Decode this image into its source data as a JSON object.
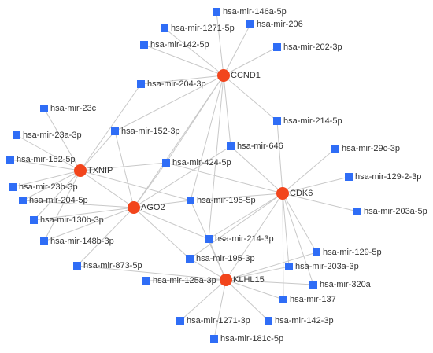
{
  "colors": {
    "mirna_node": "#2f6df6",
    "gene_node": "#f2451c",
    "edge": "#c8c8c8",
    "label": "#333333",
    "background": "#ffffff"
  },
  "network": {
    "genes": [
      {
        "id": "CCND1",
        "label": "CCND1"
      },
      {
        "id": "TXNIP",
        "label": "TXNIP"
      },
      {
        "id": "AGO2",
        "label": "AGO2"
      },
      {
        "id": "CDK6",
        "label": "CDK6"
      },
      {
        "id": "KLHL15",
        "label": "KLHL15"
      }
    ],
    "mirnas": [
      {
        "id": "m146a",
        "label": "hsa-mir-146a-5p"
      },
      {
        "id": "m1271",
        "label": "hsa-mir-1271-5p"
      },
      {
        "id": "m206",
        "label": "hsa-mir-206"
      },
      {
        "id": "m142_5p",
        "label": "hsa-mir-142-5p"
      },
      {
        "id": "m202",
        "label": "hsa-mir-202-3p"
      },
      {
        "id": "m204_3p",
        "label": "hsa-mir-204-3p"
      },
      {
        "id": "m23c",
        "label": "hsa-mir-23c"
      },
      {
        "id": "m214_5p",
        "label": "hsa-mir-214-5p"
      },
      {
        "id": "m152_3p",
        "label": "hsa-mir-152-3p"
      },
      {
        "id": "m23a",
        "label": "hsa-mir-23a-3p"
      },
      {
        "id": "m646",
        "label": "hsa-mir-646"
      },
      {
        "id": "m29c",
        "label": "hsa-mir-29c-3p"
      },
      {
        "id": "m152_5p",
        "label": "hsa-mir-152-5p"
      },
      {
        "id": "m424",
        "label": "hsa-mir-424-5p"
      },
      {
        "id": "m129_2",
        "label": "hsa-mir-129-2-3p"
      },
      {
        "id": "m23b",
        "label": "hsa-mir-23b-3p"
      },
      {
        "id": "m204_5p",
        "label": "hsa-mir-204-5p"
      },
      {
        "id": "m195_5p",
        "label": "hsa-mir-195-5p"
      },
      {
        "id": "m203a_5p",
        "label": "hsa-mir-203a-5p"
      },
      {
        "id": "m130b",
        "label": "hsa-mir-130b-3p"
      },
      {
        "id": "m148b",
        "label": "hsa-mir-148b-3p"
      },
      {
        "id": "m214_3p",
        "label": "hsa-mir-214-3p"
      },
      {
        "id": "m873",
        "label": "hsa-mir-873-5p"
      },
      {
        "id": "m129_5p",
        "label": "hsa-mir-129-5p"
      },
      {
        "id": "m195_3p",
        "label": "hsa-mir-195-3p"
      },
      {
        "id": "m203a_3p",
        "label": "hsa-mir-203a-3p"
      },
      {
        "id": "m125a",
        "label": "hsa-mir-125a-3p"
      },
      {
        "id": "m320a",
        "label": "hsa-mir-320a"
      },
      {
        "id": "m137",
        "label": "hsa-mir-137"
      },
      {
        "id": "m1271_3p",
        "label": "hsa-mir-1271-3p"
      },
      {
        "id": "m142_3p",
        "label": "hsa-mir-142-3p"
      },
      {
        "id": "m181c",
        "label": "hsa-mir-181c-5p"
      }
    ],
    "edges": [
      [
        "m146a",
        "CCND1"
      ],
      [
        "m1271",
        "CCND1"
      ],
      [
        "m206",
        "CCND1"
      ],
      [
        "m142_5p",
        "CCND1"
      ],
      [
        "m202",
        "CCND1"
      ],
      [
        "m204_3p",
        "CCND1"
      ],
      [
        "m214_5p",
        "CCND1"
      ],
      [
        "m152_3p",
        "CCND1"
      ],
      [
        "m646",
        "CCND1"
      ],
      [
        "m424",
        "CCND1"
      ],
      [
        "m195_5p",
        "CCND1"
      ],
      [
        "m214_3p",
        "CCND1"
      ],
      [
        "AGO2",
        "CCND1"
      ],
      [
        "m23c",
        "TXNIP"
      ],
      [
        "m23a",
        "TXNIP"
      ],
      [
        "m152_5p",
        "TXNIP"
      ],
      [
        "m23b",
        "TXNIP"
      ],
      [
        "m204_5p",
        "TXNIP"
      ],
      [
        "m130b",
        "TXNIP"
      ],
      [
        "m148b",
        "TXNIP"
      ],
      [
        "m152_3p",
        "TXNIP"
      ],
      [
        "m424",
        "TXNIP"
      ],
      [
        "m195_5p",
        "TXNIP"
      ],
      [
        "m204_3p",
        "TXNIP"
      ],
      [
        "AGO2",
        "TXNIP"
      ],
      [
        "m204_5p",
        "AGO2"
      ],
      [
        "m130b",
        "AGO2"
      ],
      [
        "m148b",
        "AGO2"
      ],
      [
        "m873",
        "AGO2"
      ],
      [
        "m424",
        "AGO2"
      ],
      [
        "m195_5p",
        "AGO2"
      ],
      [
        "m152_3p",
        "AGO2"
      ],
      [
        "m214_3p",
        "AGO2"
      ],
      [
        "m195_3p",
        "AGO2"
      ],
      [
        "m646",
        "AGO2"
      ],
      [
        "m214_5p",
        "CDK6"
      ],
      [
        "m646",
        "CDK6"
      ],
      [
        "m29c",
        "CDK6"
      ],
      [
        "m129_2",
        "CDK6"
      ],
      [
        "m203a_5p",
        "CDK6"
      ],
      [
        "m424",
        "CDK6"
      ],
      [
        "m195_5p",
        "CDK6"
      ],
      [
        "m214_3p",
        "CDK6"
      ],
      [
        "m129_5p",
        "CDK6"
      ],
      [
        "m203a_3p",
        "CDK6"
      ],
      [
        "m320a",
        "CDK6"
      ],
      [
        "m137",
        "CDK6"
      ],
      [
        "m195_3p",
        "CDK6"
      ],
      [
        "KLHL15",
        "CDK6"
      ],
      [
        "m214_3p",
        "KLHL15"
      ],
      [
        "m195_3p",
        "KLHL15"
      ],
      [
        "m125a",
        "KLHL15"
      ],
      [
        "m129_5p",
        "KLHL15"
      ],
      [
        "m203a_3p",
        "KLHL15"
      ],
      [
        "m320a",
        "KLHL15"
      ],
      [
        "m137",
        "KLHL15"
      ],
      [
        "m1271_3p",
        "KLHL15"
      ],
      [
        "m142_3p",
        "KLHL15"
      ],
      [
        "m181c",
        "KLHL15"
      ],
      [
        "m195_5p",
        "KLHL15"
      ],
      [
        "m873",
        "KLHL15"
      ]
    ]
  }
}
